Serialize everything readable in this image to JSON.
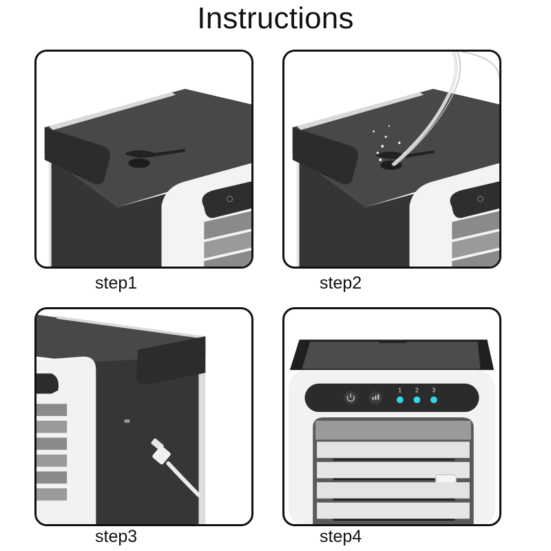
{
  "title": "Instructions",
  "steps": [
    {
      "label": "step1",
      "illustration": "cooler-top-with-water-tank-lid-opened"
    },
    {
      "label": "step2",
      "illustration": "pouring-water-into-tank-opening"
    },
    {
      "label": "step3",
      "illustration": "plugging-usb-cable-into-side-port"
    },
    {
      "label": "step4",
      "illustration": "front-control-panel-with-speed-leds"
    }
  ],
  "control_panel": {
    "power_icon": "power-icon",
    "speed_icon": "signal-bars-icon",
    "leds": [
      {
        "label": "1",
        "color": "#35d6e8"
      },
      {
        "label": "2",
        "color": "#35d6e8"
      },
      {
        "label": "3",
        "color": "#35d6e8"
      }
    ]
  },
  "colors": {
    "body_dark": "#3a3a3a",
    "body_top": "#474747",
    "frame_white": "#f2f2f2",
    "border": "#111111",
    "led": "#35d6e8"
  }
}
